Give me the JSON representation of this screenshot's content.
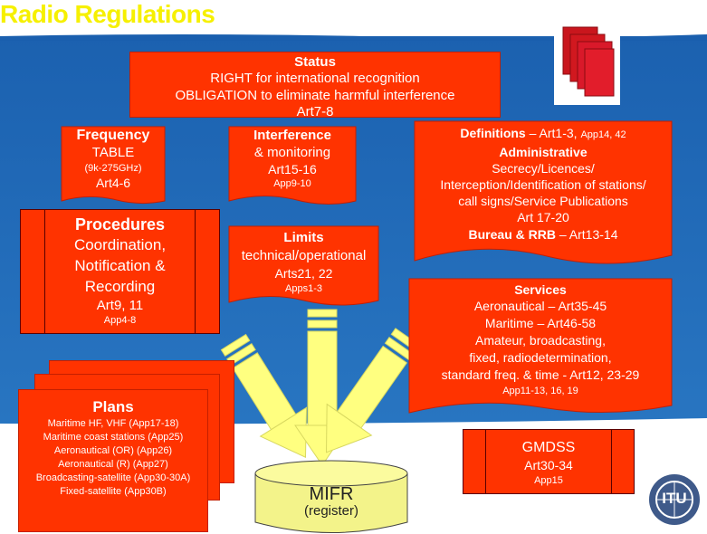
{
  "title": "Radio Regulations",
  "status": {
    "heading": "Status",
    "line1": "RIGHT for international recognition",
    "line2": "OBLIGATION to eliminate harmful interference",
    "ref": "Art7-8"
  },
  "frequency": {
    "heading": "Frequency",
    "line1": "TABLE",
    "line2": "(9k-275GHz)",
    "ref": "Art4-6"
  },
  "interference": {
    "heading": "Interference",
    "line1": "& monitoring",
    "ref": "Art15-16",
    "app": "App9-10"
  },
  "definitions": {
    "def_heading": "Definitions",
    "def_ref": " – Art1-3, ",
    "def_app": "App14, 42",
    "admin_heading": "Administrative",
    "admin_line1": "Secrecy/Licences/",
    "admin_line2": "Interception/Identification of stations/",
    "admin_line3": "call signs/Service Publications",
    "admin_ref": "Art 17-20",
    "bureau_heading": "Bureau & RRB",
    "bureau_ref": " – Art13-14"
  },
  "procedures": {
    "heading": "Procedures",
    "line1": "Coordination,",
    "line2": "Notification &",
    "line3": "Recording",
    "ref": "Art9, 11",
    "app": "App4-8"
  },
  "limits": {
    "heading": "Limits",
    "line1": "technical/operational",
    "ref": "Arts21, 22",
    "app": "Apps1-3"
  },
  "services": {
    "heading": "Services",
    "line1": "Aeronautical – Art35-45",
    "line2": "Maritime – Art46-58",
    "line3": "Amateur, broadcasting,",
    "line4": "fixed, radiodetermination,",
    "line5": "standard freq. & time - Art12, 23-29",
    "app": "App11-13, 16, 19"
  },
  "plans": {
    "heading": "Plans",
    "items": [
      "Maritime HF, VHF (App17-18)",
      "Maritime coast stations (App25)",
      "Aeronautical (OR) (App26)",
      "Aeronautical (R) (App27)",
      "Broadcasting-satellite (App30-30A)",
      "Fixed-satellite (App30B)"
    ]
  },
  "gmdss": {
    "heading": "GMDSS",
    "ref": "Art30-34",
    "app": "App15"
  },
  "mifr": {
    "heading": "MIFR",
    "sub": "(register)"
  },
  "logo": {
    "text": "ITU"
  },
  "colors": {
    "background_blue": "#1f68b4",
    "box_red": "#ff3300",
    "title_yellow": "#f6f000",
    "arrow_yellow": "#ffff80"
  }
}
